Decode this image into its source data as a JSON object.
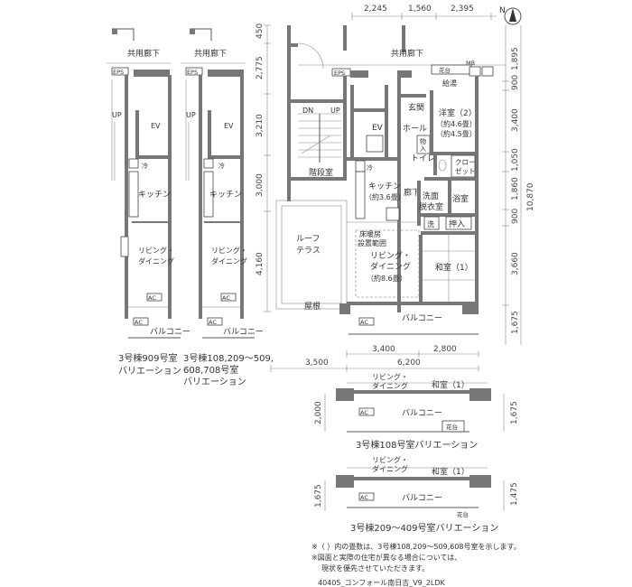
{
  "compass": {
    "north_label": "N"
  },
  "labels": {
    "common_corridor": "共用廊下",
    "eps": "EPS",
    "up": "UP",
    "dn": "DN",
    "ev": "EV",
    "refrigerator": "冷",
    "kitchen": "キッチン",
    "kitchen_size": "（約3.6畳）",
    "living_dining": "リビング・ダイニング",
    "living_dining_line1": "リビング・",
    "living_dining_line2": "ダイニング",
    "living_dining_size": "（約8.6畳）",
    "floor_heating_line1": "床暖房",
    "floor_heating_line2": "設置範囲",
    "ac": "AC",
    "balcony": "バルコニー",
    "stairwell": "階段室",
    "roof_terrace_line1": "ルーフ",
    "roof_terrace_line2": "テラス",
    "roof": "屋根",
    "entrance": "玄関",
    "hall": "ホール",
    "storage_line1": "物",
    "storage_line2": "入",
    "western_room": "洋室（2）",
    "western_room_size1": "（約4.6畳）",
    "western_room_size2": "（約4.5畳）",
    "toilet": "トイレ",
    "closet_line1": "クロー",
    "closet_line2": "ゼット",
    "corridor": "廊下",
    "washroom_line1": "洗面",
    "washroom_line2": "脱衣室",
    "bath": "浴室",
    "wash": "洗",
    "oshiire": "押入",
    "japanese_room": "和室（1）",
    "meter_box": "MB",
    "flower_bed": "花台",
    "water_heater": "給湯"
  },
  "dimensions": {
    "top": [
      "2,245",
      "1,560",
      "2,395"
    ],
    "left": [
      "450",
      "2,775",
      "3,210",
      "3,000",
      "4,160"
    ],
    "right": [
      "1,895",
      "900",
      "3,400",
      "1,050",
      "1,860",
      "900",
      "3,660",
      "1,675"
    ],
    "total_right": "10,870",
    "bottom_row1": [
      "3,400",
      "2,800"
    ],
    "bottom_row2": [
      "3,500",
      "6,200"
    ],
    "var108_left": "2,000",
    "var108_right": "1,675",
    "var209_left": "1,675",
    "var209_right": "1,475"
  },
  "captions": {
    "var909_line1": "3号棟909号室",
    "var909_line2": "バリエーション",
    "var108_line1": "3号棟108,209～509,",
    "var108_line2": "608,708号室",
    "var108_line3": "バリエーション",
    "var108_bottom": "3号棟108号室バリエーション",
    "var209_bottom": "3号棟209～409号室バリエーション"
  },
  "notes": {
    "note1": "※（ ）内の畳数は、3号棟108,209～509,608号室を示します。",
    "note2": "※図面と実際の住宅が異なる場合については、",
    "note3": "現状を優先させていただきます。"
  },
  "file_code": "40405_コンフォール南日吉_V9_2LDK"
}
